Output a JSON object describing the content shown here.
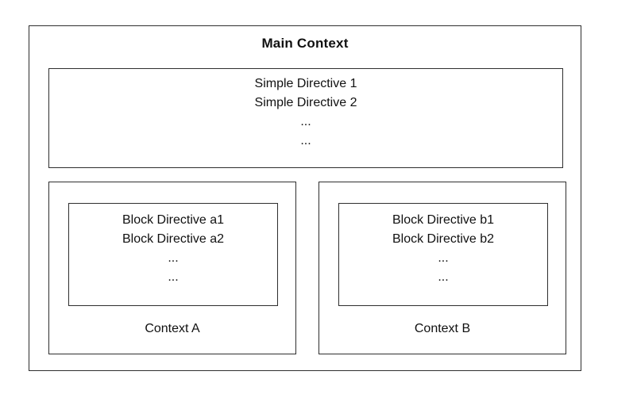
{
  "diagram": {
    "title": "Main Context",
    "simple_directives": {
      "lines": [
        "Simple Directive 1",
        "Simple Directive 2",
        "...",
        "..."
      ]
    },
    "contexts": [
      {
        "label": "Context A",
        "block_directives": [
          "Block Directive a1",
          "Block Directive a2",
          "...",
          "..."
        ]
      },
      {
        "label": "Context B",
        "block_directives": [
          "Block Directive b1",
          "Block Directive b2",
          "...",
          "..."
        ]
      }
    ]
  }
}
